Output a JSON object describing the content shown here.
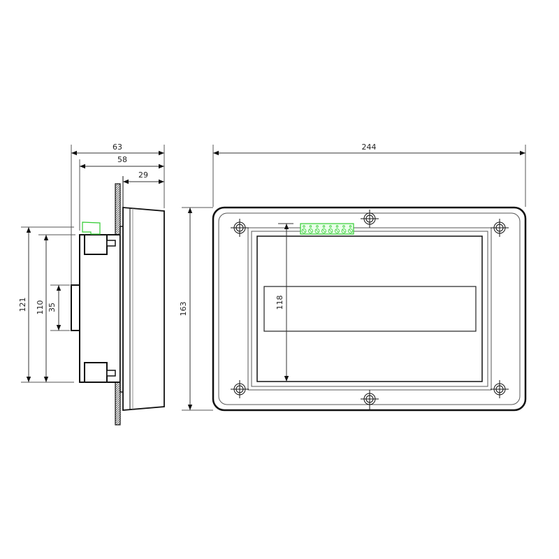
{
  "drawing": {
    "type": "technical-dimension-drawing",
    "colors": {
      "line": "#111111",
      "dim_line": "#333333",
      "terminal": "#33cc33",
      "background": "#ffffff"
    },
    "side_view": {
      "dimensions": {
        "overall_depth": "63",
        "body_depth": "58",
        "front_depth": "29",
        "overall_height": "121",
        "body_height": "110",
        "tab_height": "35"
      }
    },
    "front_view": {
      "dimensions": {
        "overall_width": "244",
        "overall_height": "163",
        "window_height": "118"
      },
      "terminal_block": {
        "pins": 8
      },
      "mounting_holes": 6
    }
  }
}
